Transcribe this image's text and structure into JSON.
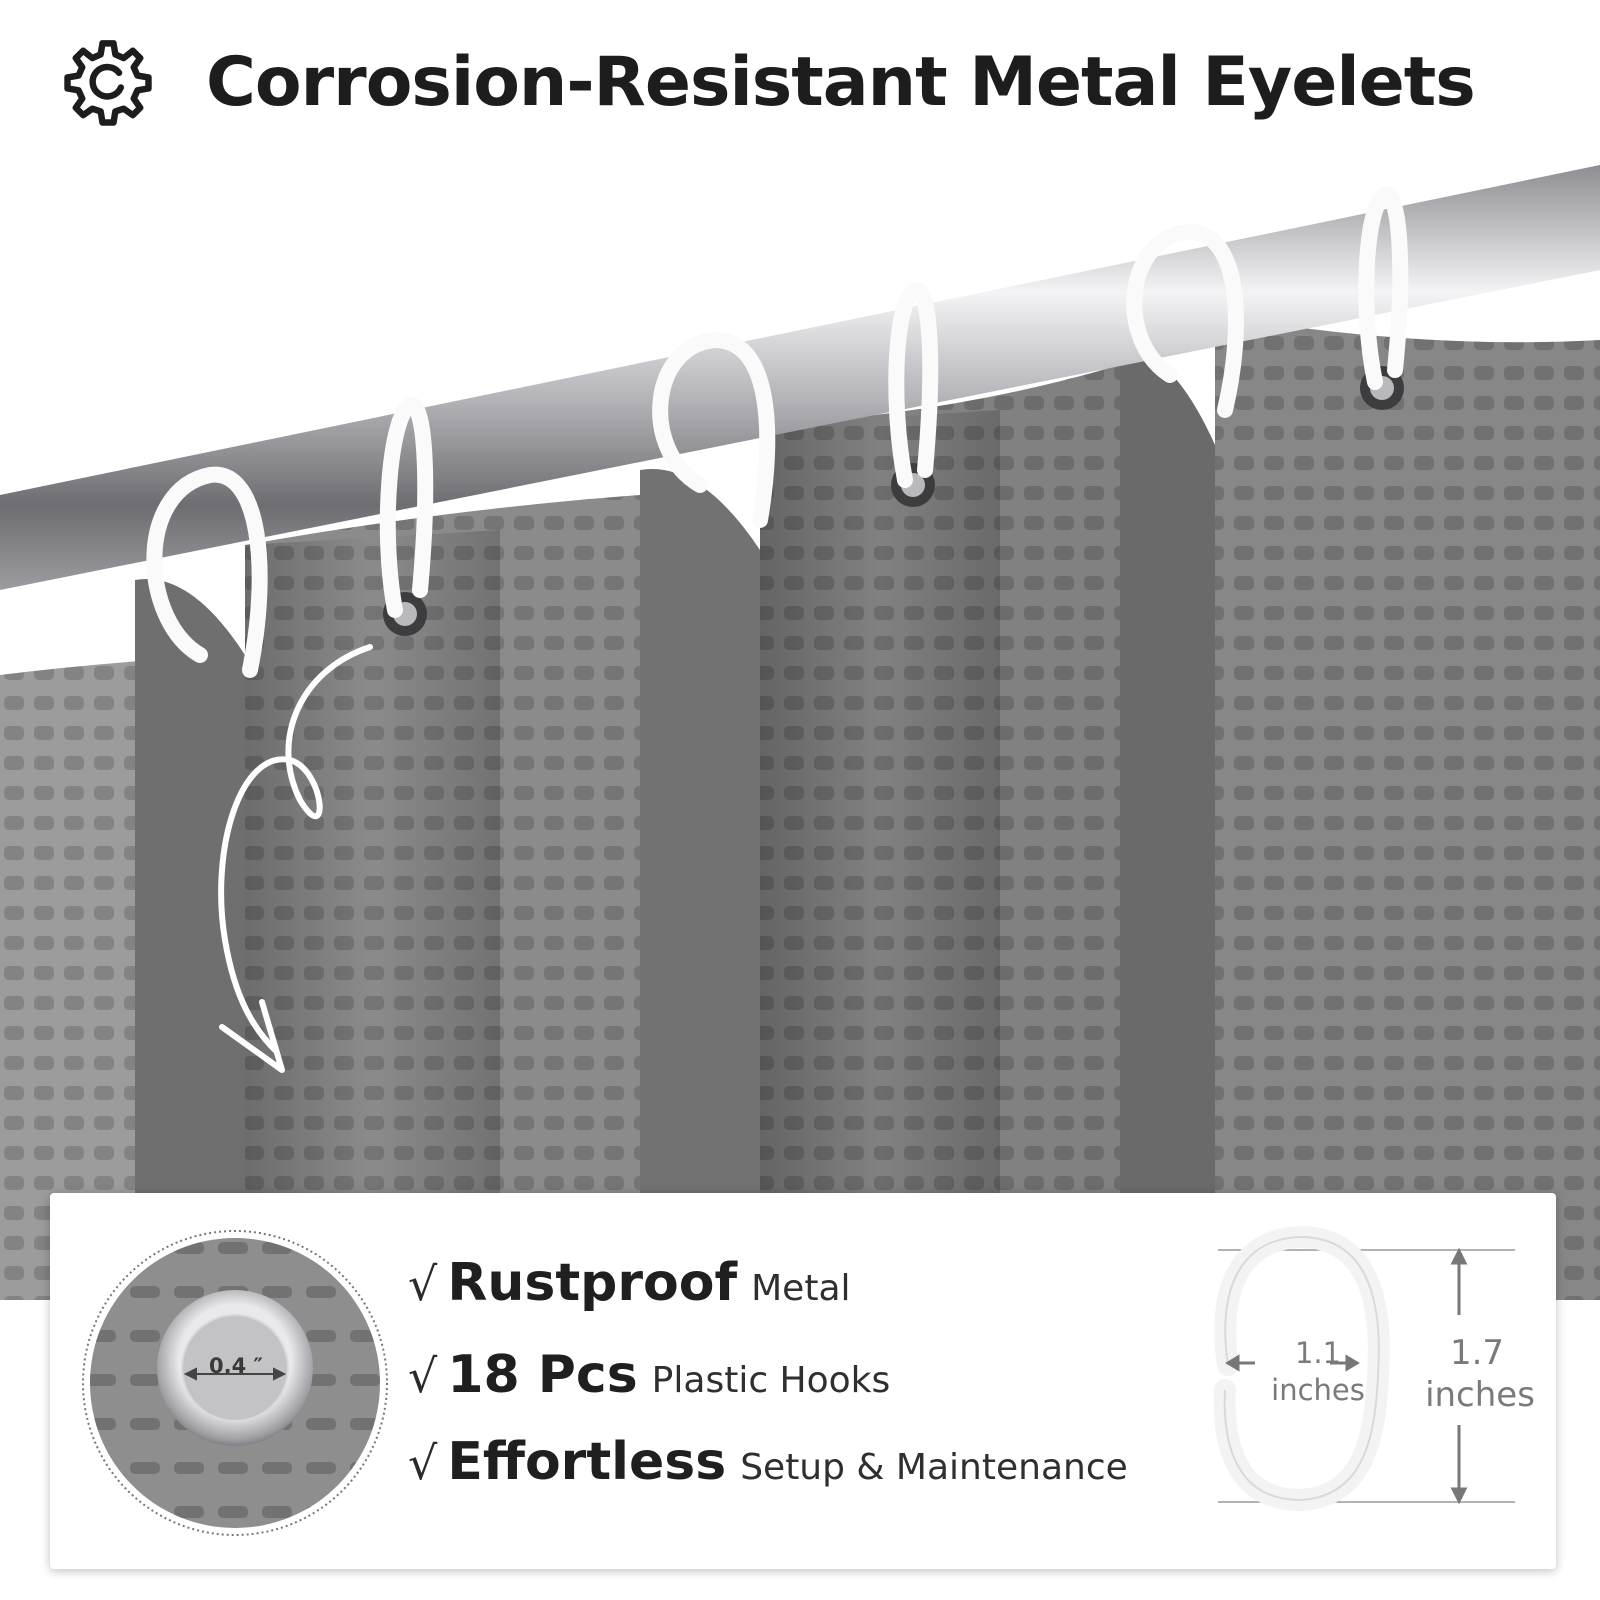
{
  "header": {
    "title": "Corrosion-Resistant Metal Eyelets",
    "icon": "gear-icon"
  },
  "colors": {
    "curtain_light": "#9a9a9a",
    "curtain_dark": "#767676",
    "rod": "#c9c9cc",
    "hook": "#ffffff",
    "text": "#1d1d1d"
  },
  "features": [
    {
      "check": "√",
      "strong": "Rustproof",
      "light": "Metal"
    },
    {
      "check": "√",
      "strong": "18 Pcs",
      "light": "Plastic Hooks"
    },
    {
      "check": "√",
      "strong": "Effortless",
      "light": "Setup & Maintenance"
    }
  ],
  "eyelet": {
    "diameter_label": "0.4 ″"
  },
  "hook": {
    "width_value": "1.1",
    "width_unit": "inches",
    "height_value": "1.7",
    "height_unit": "inches"
  }
}
